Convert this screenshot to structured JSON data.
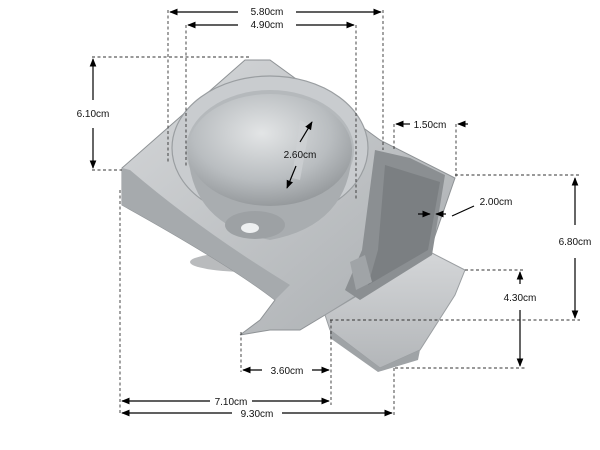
{
  "dimensions": {
    "top_outer_width": "5.80cm",
    "top_inner_width": "4.90cm",
    "left_height": "6.10cm",
    "cup_inner_depth": "2.60cm",
    "side_slot": "1.50cm",
    "front_gap": "2.00cm",
    "right_height": "6.80cm",
    "tray_height": "4.30cm",
    "bottom_small": "3.60cm",
    "bottom_mid": "7.10cm",
    "bottom_total": "9.30cm"
  },
  "colors": {
    "body": "#bfc3c6",
    "body_light": "#d3d6d8",
    "body_dark": "#8e9295",
    "shadow": "#6f7377",
    "tray": "#c9ccce",
    "line": "#000000"
  }
}
